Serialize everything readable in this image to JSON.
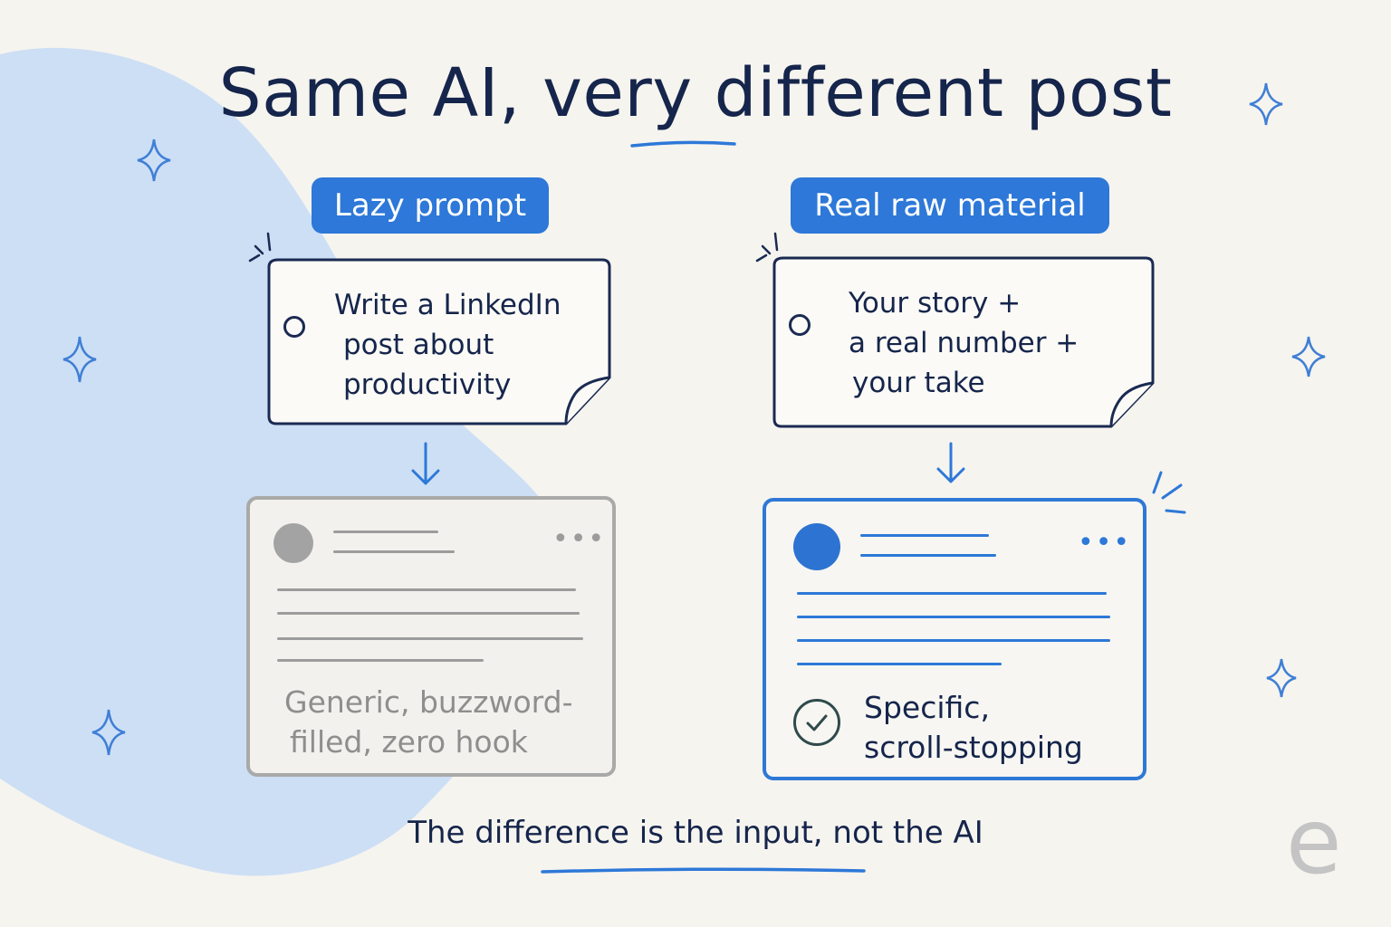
{
  "title": "Same AI, very different post",
  "left": {
    "tag": "Lazy prompt",
    "prompt_lines": [
      "Write a LinkedIn",
      "post about",
      "productivity"
    ],
    "result_lines": [
      "Generic, buzzword-",
      "filled, zero hook"
    ],
    "menu": "•••"
  },
  "right": {
    "tag": "Real raw material",
    "prompt_lines": [
      "Your story +",
      "a real number +",
      "your take"
    ],
    "result_lines": [
      "Specific,",
      "scroll-stopping"
    ],
    "menu": "•••"
  },
  "footer": "The difference is the input, not the AI",
  "logo": "e",
  "colors": {
    "accent": "#2d78d8",
    "ink": "#15254b",
    "muted": "#a9a9a9",
    "blob": "#cddff5",
    "background": "#f6f4ef"
  },
  "icons": [
    "sparkle-icon",
    "arrow-down-icon",
    "check-circle-icon",
    "more-dots-icon",
    "bullet-circle-icon"
  ]
}
